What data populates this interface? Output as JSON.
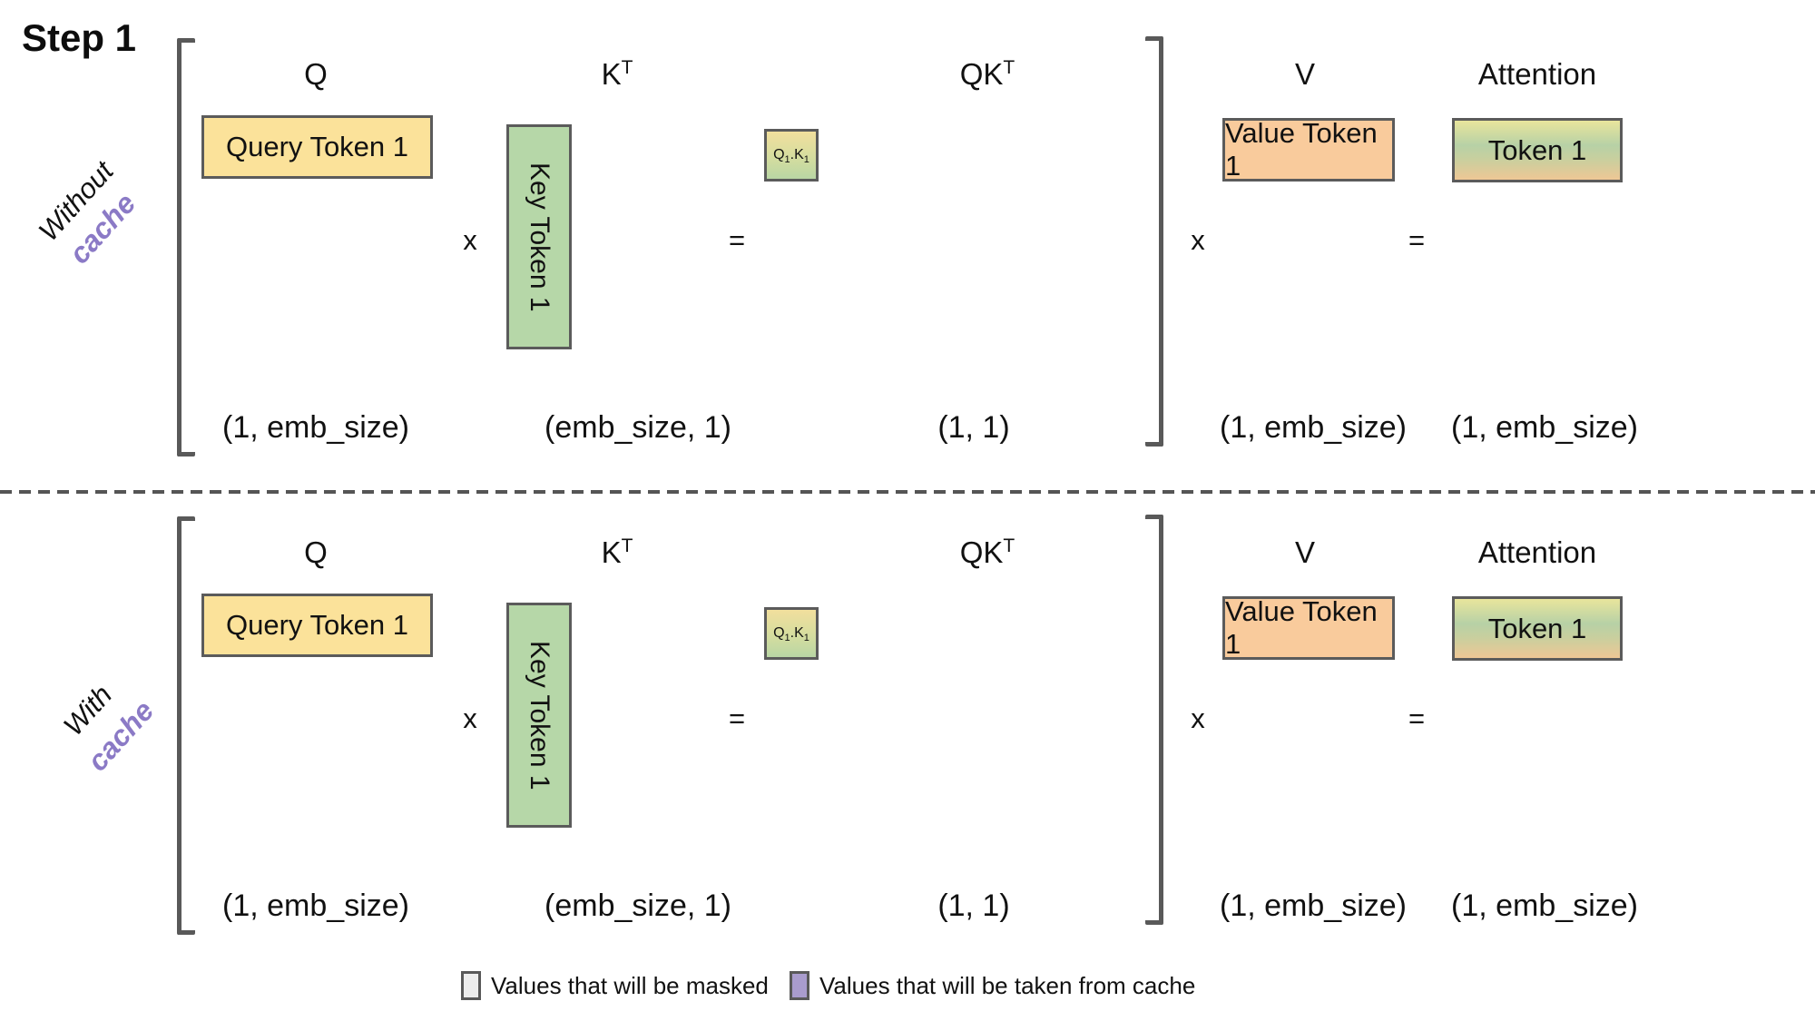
{
  "title": "Step 1",
  "colors": {
    "query_box_fill": "#fbe29a",
    "key_box_fill": "#b6d7a8",
    "value_box_fill": "#f9cb9c",
    "qk_gradient_top": "#f2df9d",
    "qk_gradient_bottom": "#b9d6a4",
    "attention_gradient": [
      "#e9e59c",
      "#b7d1a6",
      "#eec795"
    ],
    "purple_accent": "#8b7ac6",
    "legend_masked_fill": "#ededed",
    "legend_cache_fill": "#a99ccd",
    "border_gray": "#595959"
  },
  "rows": [
    {
      "side_prefix": "Without",
      "side_word": "cache",
      "q_header": "Q",
      "q_box": "Query Token 1",
      "q_dim": "(1, emb_size)",
      "times1": "x",
      "k_header_base": "K",
      "k_header_sup": "T",
      "k_box": "Key Token 1",
      "k_dim": "(emb_size, 1)",
      "eq1": "=",
      "qk_header_base": "QK",
      "qk_header_sup": "T",
      "qk_cell": {
        "b1": "Q",
        "s1": "1",
        "sep": ".",
        "b2": "K",
        "s2": "1"
      },
      "qk_dim": "(1, 1)",
      "times2": "x",
      "v_header": "V",
      "v_box": "Value Token 1",
      "v_dim": "(1, emb_size)",
      "eq2": "=",
      "att_header": "Attention",
      "att_box": "Token 1",
      "att_dim": "(1, emb_size)"
    },
    {
      "side_prefix": "With",
      "side_word": "cache",
      "q_header": "Q",
      "q_box": "Query Token 1",
      "q_dim": "(1, emb_size)",
      "times1": "x",
      "k_header_base": "K",
      "k_header_sup": "T",
      "k_box": "Key Token 1",
      "k_dim": "(emb_size, 1)",
      "eq1": "=",
      "qk_header_base": "QK",
      "qk_header_sup": "T",
      "qk_cell": {
        "b1": "Q",
        "s1": "1",
        "sep": ".",
        "b2": "K",
        "s2": "1"
      },
      "qk_dim": "(1, 1)",
      "times2": "x",
      "v_header": "V",
      "v_box": "Value Token 1",
      "v_dim": "(1, emb_size)",
      "eq2": "=",
      "att_header": "Attention",
      "att_box": "Token 1",
      "att_dim": "(1, emb_size)"
    }
  ],
  "legend": {
    "masked_label": "Values that will be masked",
    "cache_label": "Values that will be taken from cache"
  }
}
